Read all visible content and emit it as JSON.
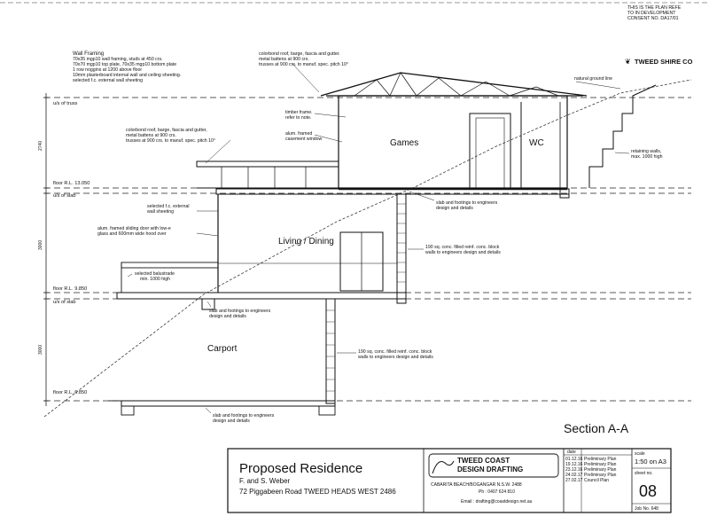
{
  "header_note": [
    "THIS IS THE PLAN REFE",
    "TO IN DEVELOPMENT",
    "CONSENT NO. DA17/01"
  ],
  "council_logo": "TWEED SHIRE CO",
  "wall_framing": [
    "Wall Framing",
    "70x35 mgp10 wall framing, studs at 450 crs.",
    "70x70 mgp10 top plate, 70x35 mgp10 bottom plate",
    "1 row noggins at 1200 above floor",
    "10mm plasterboard internal wall and ceiling sheeting.",
    "selected f.c. external wall sheeting"
  ],
  "notes": {
    "roof_top": [
      "colorbond roof, barge, fascia and gutter.",
      "metal battens at 900 crs.",
      "trusses at 900 crs. to manuf. spec. pitch 10°"
    ],
    "roof_lower": [
      "colorbond roof, barge, fascia and gutter,",
      "metal battens at 900 crs.",
      "trusses at 900 crs. to manuf. spec. pitch 10°"
    ],
    "timber_frame": [
      "timber frame.",
      "refer to note."
    ],
    "casement": [
      "alum. framed",
      "casement window"
    ],
    "natural_ground": "natural ground line",
    "retaining": [
      "retaining walls,",
      "max. 1000 high"
    ],
    "slab_footings_upper": [
      "slab and footings to engineers",
      "design and details"
    ],
    "block_wall_upper": [
      "190 sq. conc. filled reinf. conc. block",
      "walls to engineers design and details"
    ],
    "fc_sheeting": [
      "selected f.c. external",
      "wall sheeting"
    ],
    "sliding_door": [
      "alum. framed sliding door with low-e",
      "glass and 600mm wide hood over"
    ],
    "balustrade": [
      "selected balustrade",
      "min. 1000 high"
    ],
    "slab_footings_mid": [
      "slab and footings to engineers",
      "design and details"
    ],
    "block_wall_lower": [
      "190 sq. conc. filled reinf. conc. block",
      "walls to engineers design and details"
    ],
    "slab_footings_low": [
      "slab and footings to engineers",
      "design and details"
    ]
  },
  "levels": {
    "uos_truss": "u/s of truss",
    "floor_upper": "floor R.L. 13.050",
    "uos_slab_upper": "u/s of slab",
    "floor_mid": "floor R.L. 9.850",
    "uos_slab_mid": "u/s of slab",
    "floor_low": "floor R.L. 6.850"
  },
  "dimensions": [
    "2740",
    "3000",
    "3000"
  ],
  "rooms": {
    "games": "Games",
    "wc": "WC",
    "living": "Living / Dining",
    "carport": "Carport"
  },
  "section_title": "Section A-A",
  "title_block": {
    "project": "Proposed Residence",
    "client": "F. and S. Weber",
    "address": "72 Piggabeen Road TWEED HEADS WEST 2486",
    "company_line1": "TWEED COAST",
    "company_line2": "DESIGN DRAFTING",
    "company_address": "CABARITA BEACH/BOGANGAR N.S.W. 2488",
    "phone": "Ph : 0407 624 810",
    "email": "Email : drafting@coastdesign.net.au",
    "date_header": "date",
    "revisions": [
      {
        "date": "01.12.16",
        "desc": "Preliminary Plan"
      },
      {
        "date": "19.12.16",
        "desc": "Preliminary Plan"
      },
      {
        "date": "23.12.16",
        "desc": "Preliminary Plan"
      },
      {
        "date": "24.02.17",
        "desc": "Preliminary Plan"
      },
      {
        "date": "27.02.17",
        "desc": "Council Plan"
      }
    ],
    "scale_label": "scale",
    "scale_value": "1:50 on A3",
    "sheet_label": "sheet no.",
    "sheet_value": "08",
    "job": "Job No. 648"
  }
}
